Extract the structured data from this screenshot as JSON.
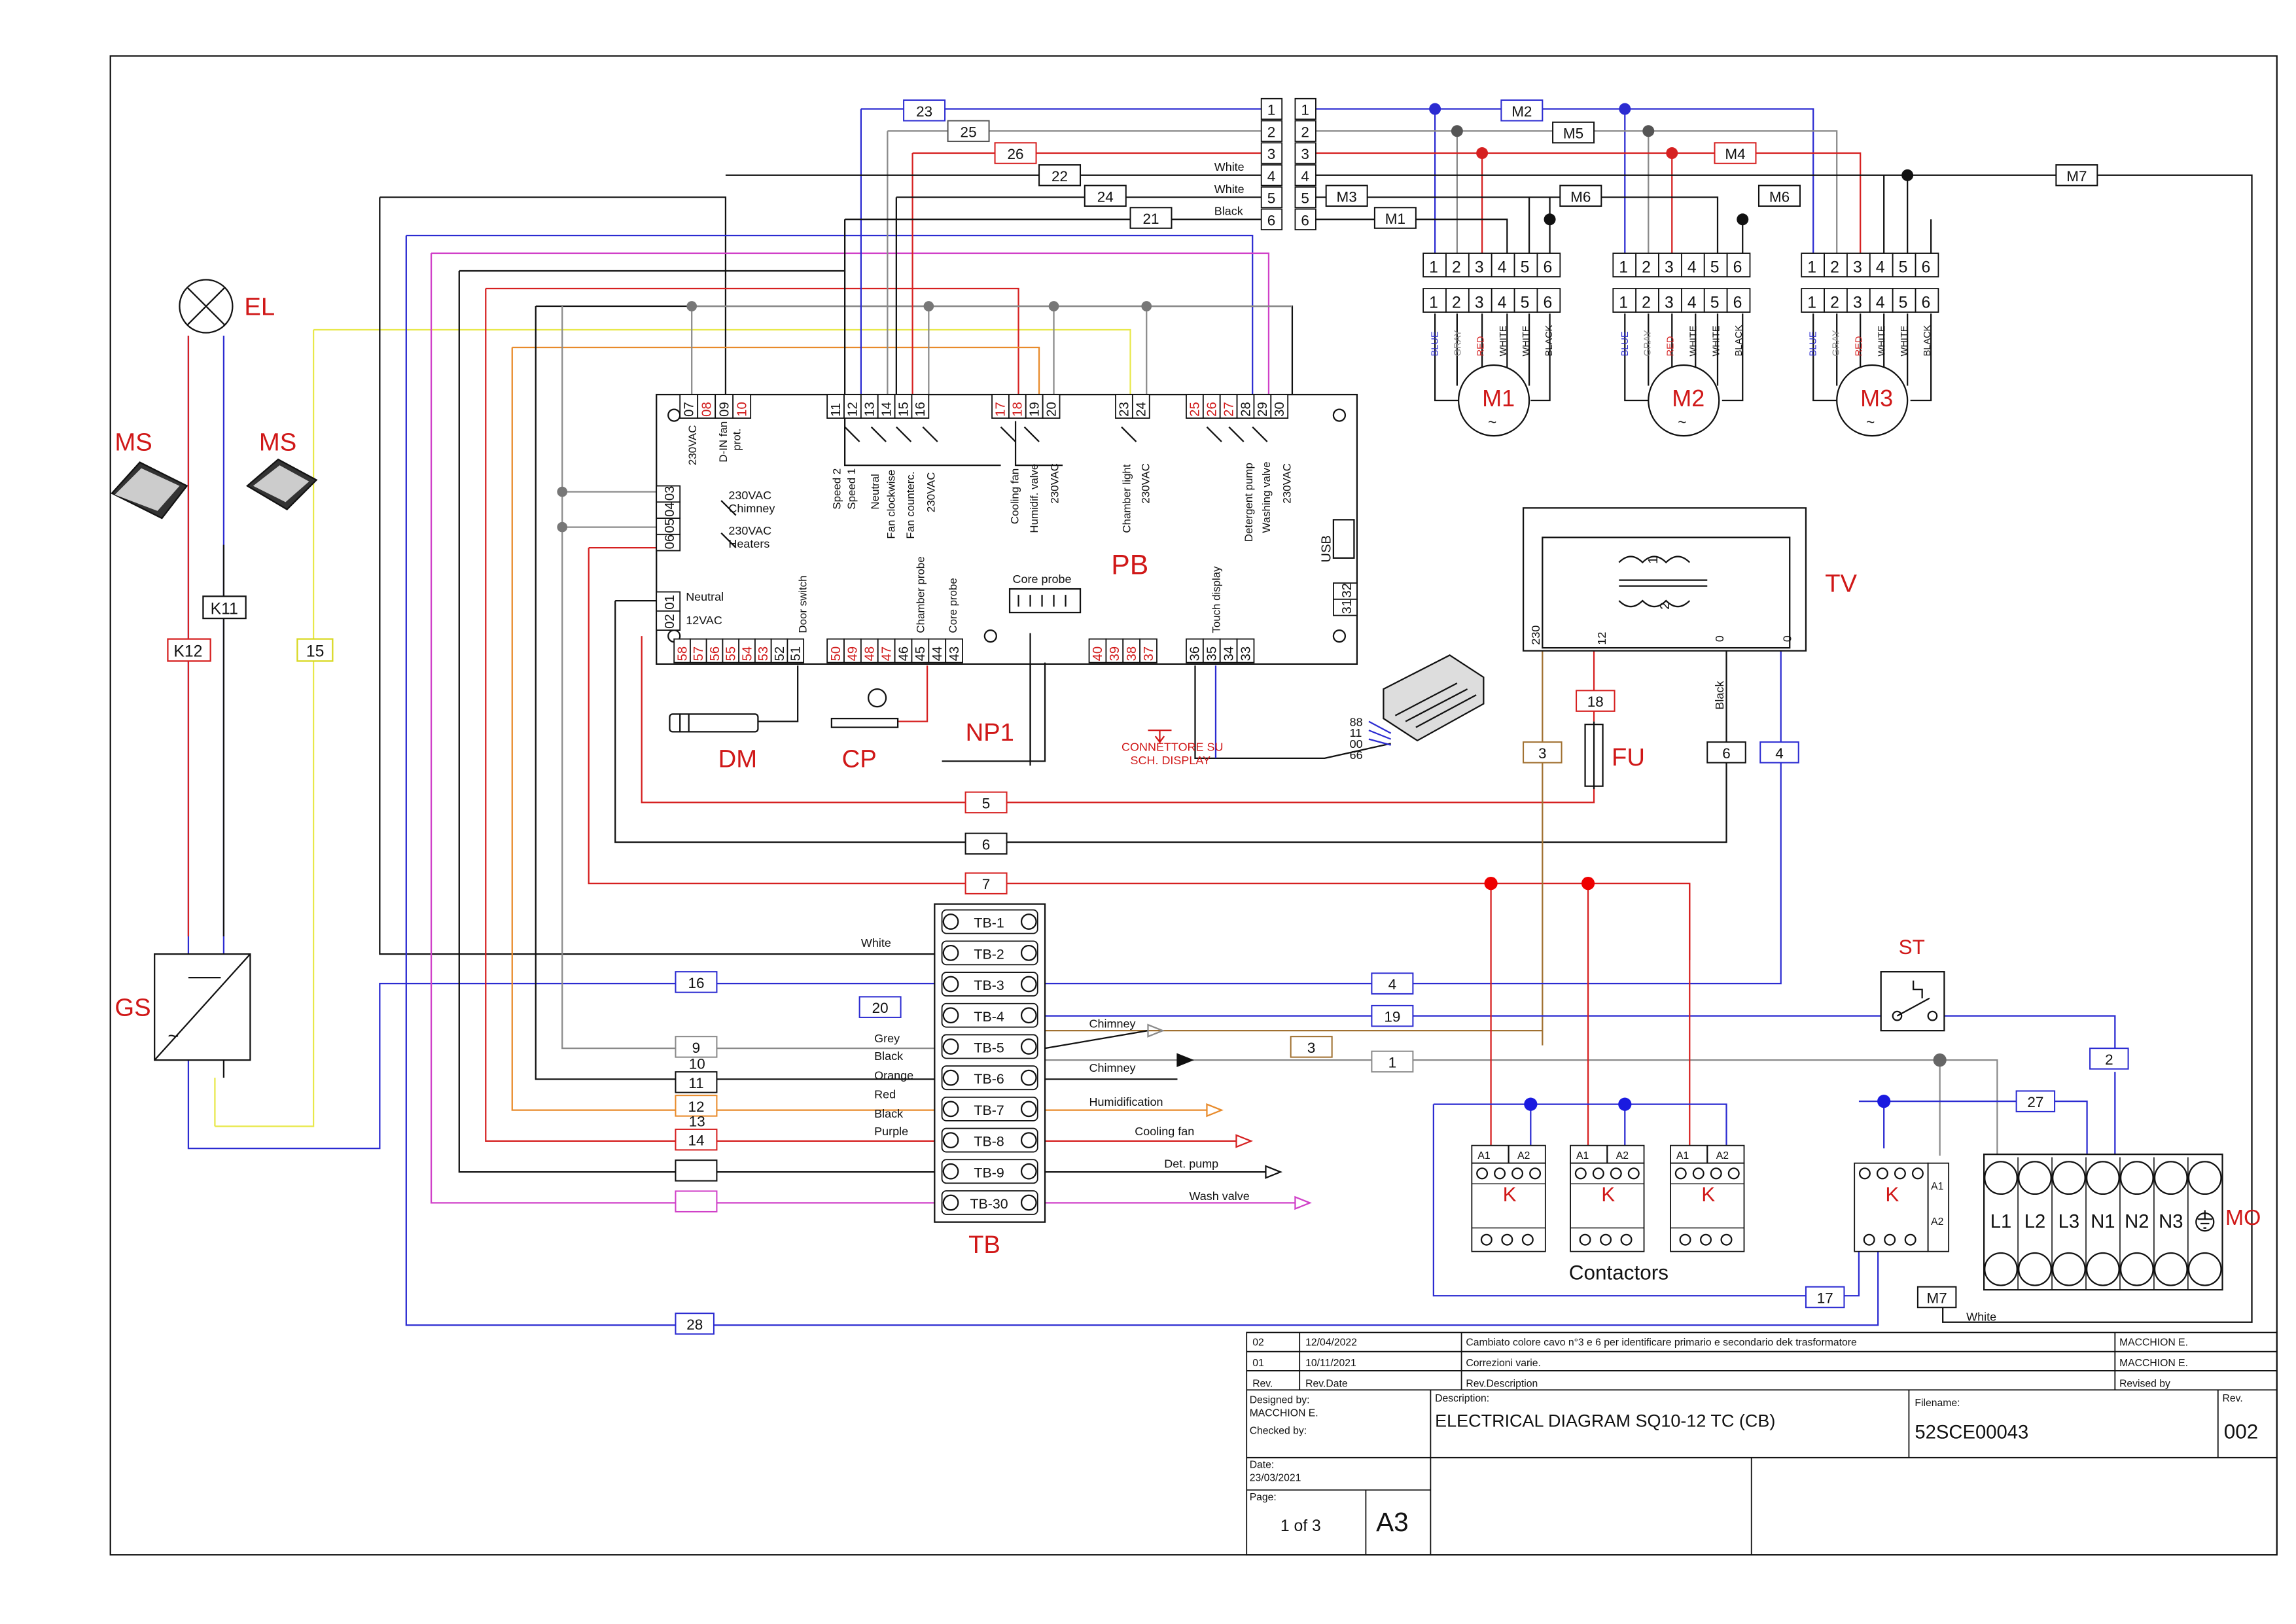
{
  "colors": {
    "black": "#111111",
    "blue": "#2b2bd1",
    "red": "#d62020",
    "grey": "#8a8a8a",
    "brown": "#a07030",
    "orange": "#e88a2a",
    "purple": "#d040c8",
    "yellow": "#e8e84a",
    "label_red": "#d01818"
  },
  "components": {
    "el": "EL",
    "ms1": "MS",
    "ms2": "MS",
    "k11": "K11",
    "k12": "K12",
    "w15": "15",
    "gs": "GS",
    "pb": "PB",
    "tv": "TV",
    "fu": "FU",
    "dm": "DM",
    "cp": "CP",
    "np1": "NP1",
    "tb": "TB",
    "st": "ST",
    "mo": "MO",
    "m1": "M1",
    "m2": "M2",
    "m3": "M3",
    "contactors": "Contactors",
    "k": "K",
    "a1": "A1",
    "a2": "A2",
    "usb": "USB",
    "connettore_1": "CONNETTORE SU",
    "connettore_2": "SCH. DISPLAY"
  },
  "pb_terminals": {
    "top1": [
      "07",
      "08",
      "09",
      "10"
    ],
    "top2": [
      "11",
      "12",
      "13",
      "14",
      "15",
      "16"
    ],
    "top3": [
      "17",
      "18",
      "19",
      "20"
    ],
    "top4": [
      "23",
      "24"
    ],
    "top5": [
      "25",
      "26",
      "27",
      "28",
      "29",
      "30"
    ],
    "left1": [
      "03",
      "04",
      "05",
      "06"
    ],
    "left2": [
      "01",
      "02"
    ],
    "bot1": [
      "58",
      "57",
      "56",
      "55",
      "54",
      "53",
      "52",
      "51"
    ],
    "bot2": [
      "50",
      "49",
      "48",
      "47",
      "46",
      "45",
      "44",
      "43"
    ],
    "bot3": [
      "40",
      "39",
      "38",
      "37"
    ],
    "bot4": [
      "36",
      "35",
      "34",
      "33"
    ],
    "right": [
      "32",
      "31"
    ]
  },
  "pb_labels": {
    "l230vac": "230VAC",
    "din_fan": "D-IN fan",
    "prot": "prot.",
    "speed2": "Speed 2",
    "speed1": "Speed 1",
    "neutral": "Neutral",
    "fan_cw": "Fan clockwise",
    "fan_ccw": "Fan counterc.",
    "vac230": "230VAC",
    "cooling_fan": "Cooling fan",
    "humid_valve": "Humidif. valve",
    "vac230b": "230VAC",
    "chamber_light": "Chamber light",
    "vac230c": "230VAC",
    "det_pump": "Detergent pump",
    "wash_valve": "Washing valve",
    "vac230d": "230VAC",
    "chimney_a": "230VAC",
    "chimney_b": "Chimney",
    "heaters_a": "230VAC",
    "heaters_b": "Heaters",
    "neutral_l": "Neutral",
    "vac12": "12VAC",
    "door_switch": "Door switch",
    "chamber_probe": "Chamber probe",
    "core_probe": "Core probe",
    "core_probe_top": "Core probe",
    "touch_display": "Touch display"
  },
  "display_pins": [
    "88",
    "11",
    "00",
    "66"
  ],
  "top_terminals": {
    "left": [
      "1",
      "2",
      "3",
      "4",
      "5",
      "6"
    ],
    "right": [
      "1",
      "2",
      "3",
      "4",
      "5",
      "6"
    ],
    "colors": [
      "White",
      "White",
      "Black"
    ]
  },
  "wire_tags": {
    "w23": "23",
    "w25": "25",
    "w26": "26",
    "w22": "22",
    "w24": "24",
    "w21": "21",
    "m2": "M2",
    "m5": "M5",
    "m4": "M4",
    "m3": "M3",
    "m6a": "M6",
    "m6b": "M6",
    "m1": "M1",
    "m7": "M7",
    "w5": "5",
    "w6": "6",
    "w7": "7",
    "w18": "18",
    "w3a": "3",
    "w6b": "6",
    "w4a": "4",
    "w16": "16",
    "w20": "20",
    "w9": "9",
    "w10": "10",
    "w11": "11",
    "w12": "12",
    "w13": "13",
    "w14": "14",
    "w4b": "4",
    "w19": "19",
    "w3b": "3",
    "w1": "1",
    "w2": "2",
    "w27": "27",
    "w17": "17",
    "m7b": "M7",
    "w28": "28"
  },
  "motor_blocks": {
    "pins": [
      "1",
      "2",
      "3",
      "4",
      "5",
      "6"
    ],
    "wires": [
      "BLUE",
      "GRAY",
      "RED",
      "WHITE",
      "WHITE",
      "BLACK"
    ]
  },
  "tv_labels": {
    "p230": "230",
    "p12": "12",
    "p0a": "0",
    "p0b": "0",
    "black": "Black",
    "c1": "1",
    "c2": "2"
  },
  "tb": {
    "rows": [
      "TB-1",
      "TB-2",
      "TB-3",
      "TB-4",
      "TB-5",
      "TB-6",
      "TB-7",
      "TB-8",
      "TB-9",
      "TB-30"
    ],
    "left_colors": [
      "White",
      "Grey",
      "Black",
      "Orange",
      "Red",
      "Black",
      "Purple"
    ],
    "outputs": [
      "Chimney",
      "Chimney",
      "Humidification",
      "Cooling fan",
      "Det. pump",
      "Wash valve"
    ]
  },
  "mo_terminals": [
    "L1",
    "L2",
    "L3",
    "N1",
    "N2",
    "N3"
  ],
  "white_label": "White",
  "title_block": {
    "rev_rows": [
      {
        "rev": "02",
        "date": "12/04/2022",
        "desc": "Cambiato colore cavo n°3 e 6 per identificare primario e secondario dek trasformatore",
        "by": "MACCHION E."
      },
      {
        "rev": "01",
        "date": "10/11/2021",
        "desc": "Correzioni varie.",
        "by": "MACCHION E."
      }
    ],
    "h_rev": "Rev.",
    "h_date": "Rev.Date",
    "h_desc": "Rev.Description",
    "h_by": "Revised by",
    "designed_by_label": "Designed by:",
    "designed_by": "MACCHION E.",
    "checked_by_label": "Checked by:",
    "date_label": "Date:",
    "date": "23/03/2021",
    "page_label": "Page:",
    "page": "1 of 3",
    "size": "A3",
    "desc_label": "Description:",
    "description": "ELECTRICAL DIAGRAM SQ10-12 TC (CB)",
    "filename_label": "Filename:",
    "filename": "52SCE00043",
    "rev_label": "Rev.",
    "rev": "002"
  }
}
